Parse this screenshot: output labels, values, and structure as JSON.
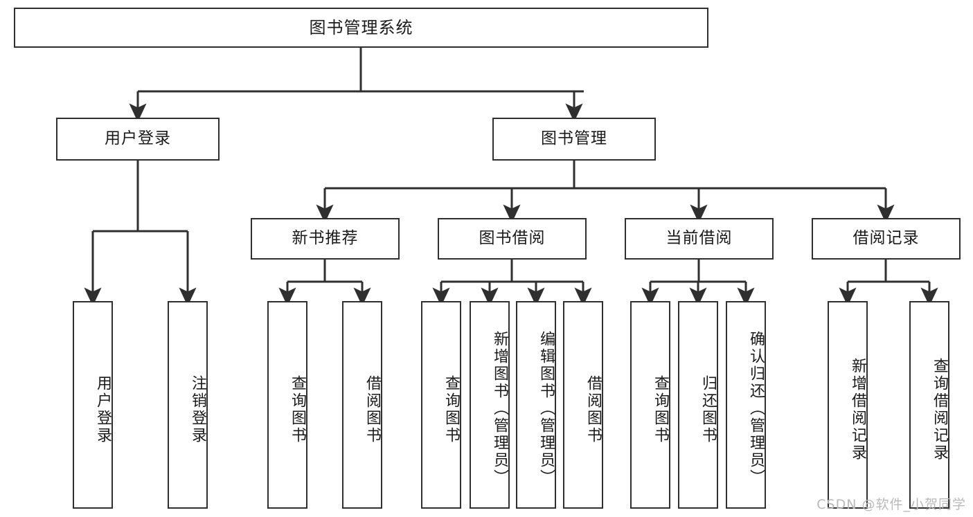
{
  "diagram": {
    "title": "图书管理系统",
    "type": "tree-hierarchy-chart",
    "watermark": "CSDN @软件_小贺同学",
    "colors": {
      "border": "#2f2f2f",
      "background": "#ffffff",
      "text": "#1a1a1a",
      "watermark": "#b9b9b9"
    },
    "levels": {
      "level1": [
        {
          "id": "root",
          "label": "图书管理系统"
        }
      ],
      "level2": [
        {
          "id": "user-login",
          "label": "用户登录",
          "parent": "root"
        },
        {
          "id": "book-management",
          "label": "图书管理",
          "parent": "root"
        }
      ],
      "level3": [
        {
          "id": "new-book-recommend",
          "label": "新书推荐",
          "parent": "book-management"
        },
        {
          "id": "book-borrow",
          "label": "图书借阅",
          "parent": "book-management"
        },
        {
          "id": "current-borrow",
          "label": "当前借阅",
          "parent": "book-management"
        },
        {
          "id": "borrow-record",
          "label": "借阅记录",
          "parent": "book-management"
        }
      ],
      "leaves": [
        {
          "id": "leaf-user-login",
          "label": "用户登录",
          "parent": "user-login"
        },
        {
          "id": "leaf-logout",
          "label": "注销登录",
          "parent": "user-login"
        },
        {
          "id": "leaf-query-book-1",
          "label": "查询图书",
          "parent": "new-book-recommend"
        },
        {
          "id": "leaf-borrow-book-1",
          "label": "借阅图书",
          "parent": "new-book-recommend"
        },
        {
          "id": "leaf-query-book-2",
          "label": "查询图书",
          "parent": "book-borrow"
        },
        {
          "id": "leaf-add-book",
          "label": "新增图书（管理员）",
          "parent": "book-borrow"
        },
        {
          "id": "leaf-edit-book",
          "label": "编辑图书（管理员）",
          "parent": "book-borrow"
        },
        {
          "id": "leaf-borrow-book-2",
          "label": "借阅图书",
          "parent": "book-borrow"
        },
        {
          "id": "leaf-query-book-3",
          "label": "查询图书",
          "parent": "current-borrow"
        },
        {
          "id": "leaf-return-book",
          "label": "归还图书",
          "parent": "current-borrow"
        },
        {
          "id": "leaf-confirm-return",
          "label": "确认归还（管理员）",
          "parent": "current-borrow"
        },
        {
          "id": "leaf-add-record",
          "label": "新增借阅记录",
          "parent": "borrow-record"
        },
        {
          "id": "leaf-query-record",
          "label": "查询借阅记录",
          "parent": "borrow-record"
        }
      ]
    }
  }
}
